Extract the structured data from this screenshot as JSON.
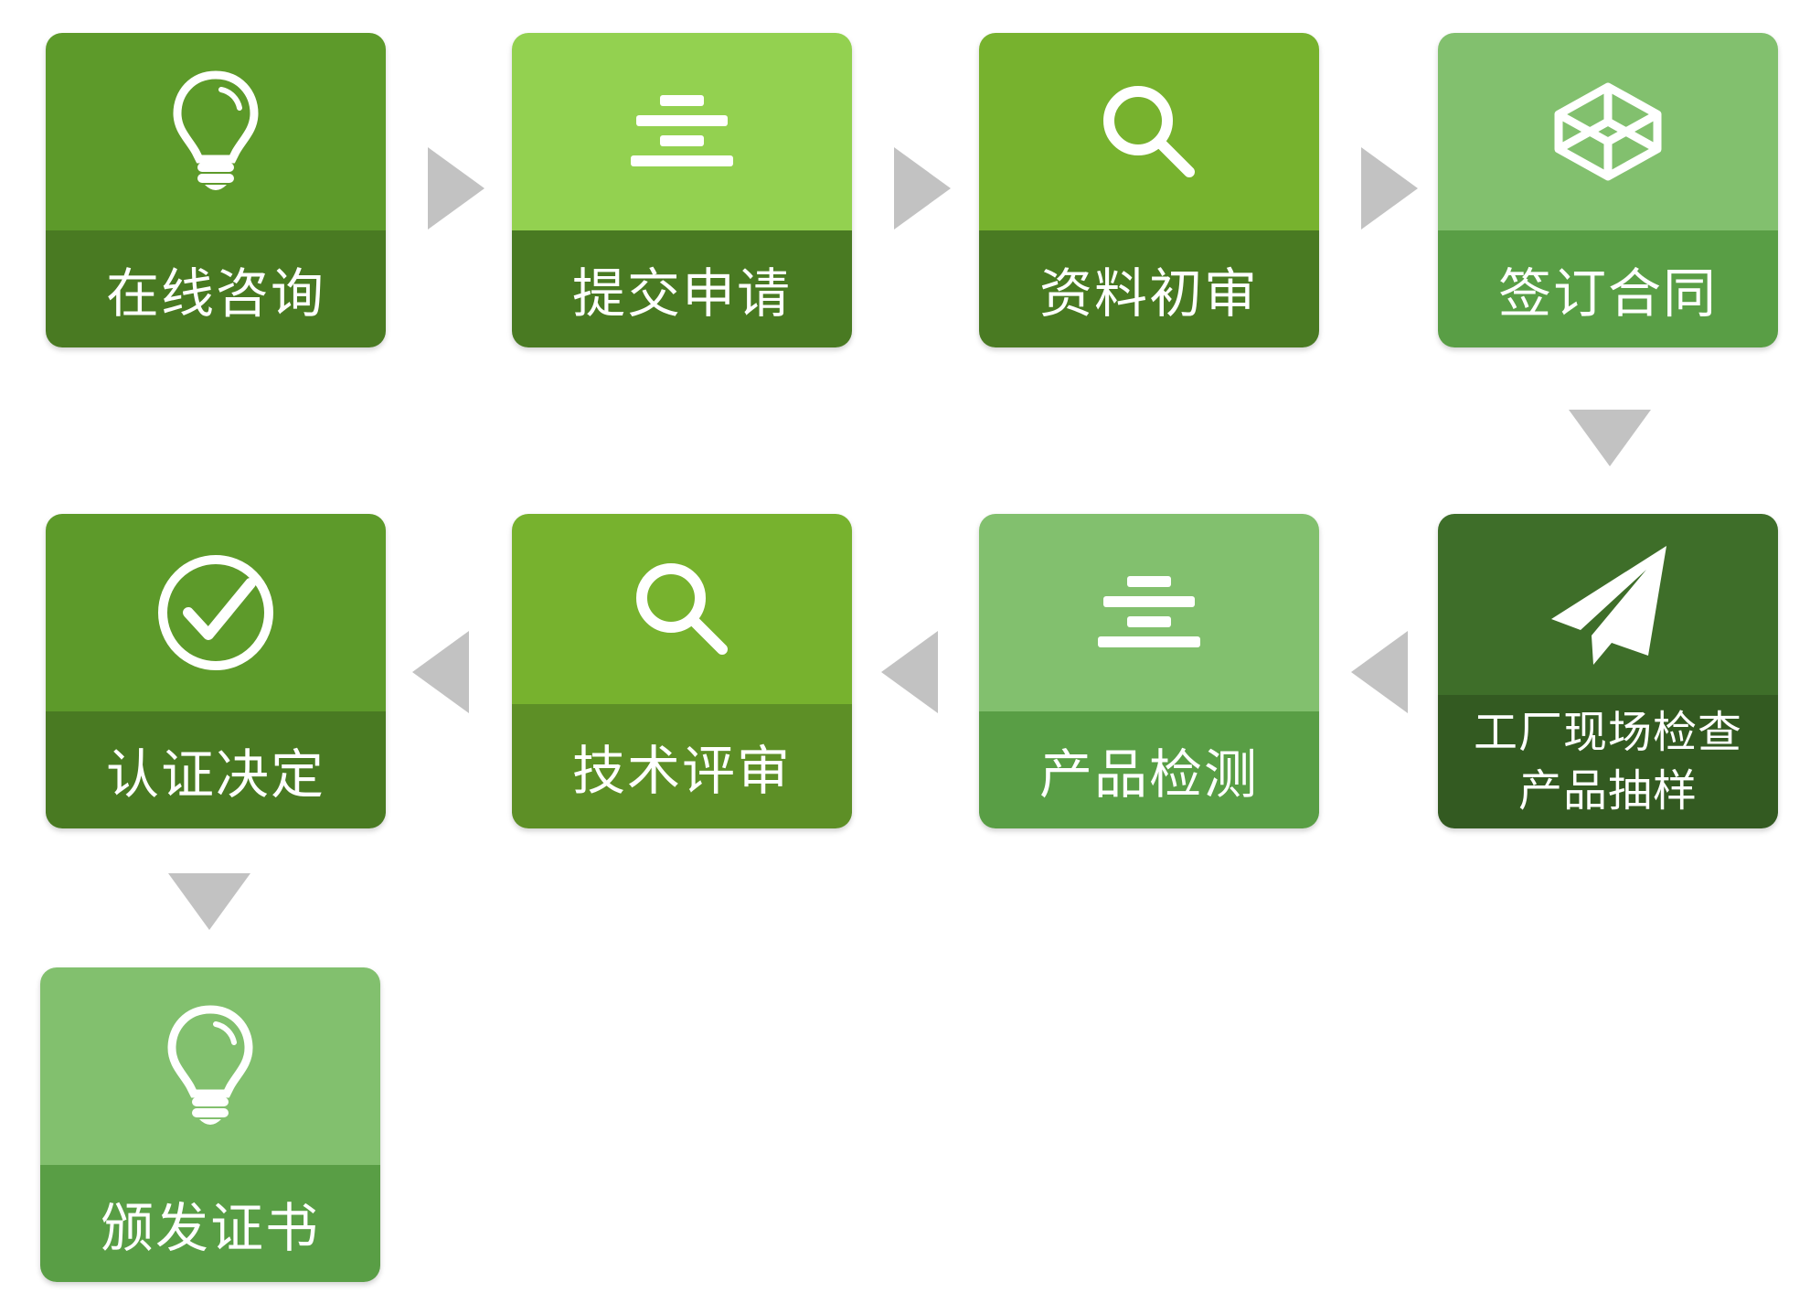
{
  "colors": {
    "dark_green_top": "#5d9a2a",
    "dark_green_bottom": "#497a22",
    "bright_green_top": "#93d150",
    "lime_green_top": "#77b22e",
    "light_green_top": "#82c06e",
    "light_green_bottom": "#599e45",
    "mid_green_bottom": "#5d8f26",
    "forest_top": "#3e6e29",
    "forest_bottom": "#335a21",
    "arrow": "#c2c2c2"
  },
  "steps": [
    {
      "label": "在线咨询",
      "icon": "lightbulb-icon"
    },
    {
      "label": "提交申请",
      "icon": "stacked-bars-icon"
    },
    {
      "label": "资料初审",
      "icon": "magnifier-icon"
    },
    {
      "label": "签订合同",
      "icon": "codepen-cube-icon"
    },
    {
      "label_line1": "工厂现场检查",
      "label_line2": "产品抽样",
      "icon": "paper-plane-icon"
    },
    {
      "label": "产品检测",
      "icon": "stacked-bars-icon"
    },
    {
      "label": "技术评审",
      "icon": "magnifier-icon"
    },
    {
      "label": "认证决定",
      "icon": "check-circle-icon"
    },
    {
      "label": "颁发证书",
      "icon": "lightbulb-icon"
    }
  ]
}
